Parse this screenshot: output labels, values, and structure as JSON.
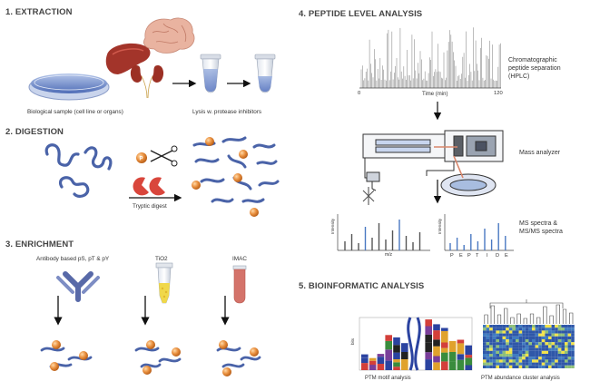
{
  "sections": {
    "extraction": {
      "title": "1. EXTRACTION",
      "sample_label": "Biological sample (cell line or organs)",
      "lysis_label": "Lysis w. protease inhibitors"
    },
    "digestion": {
      "title": "2. DIGESTION",
      "enzyme_label": "Tryptic digest",
      "phospho_symbol": "P"
    },
    "enrichment": {
      "title": "3. ENRICHMENT",
      "methods": [
        {
          "label": "Antibody based pS, pT & pY"
        },
        {
          "label": "TiO2"
        },
        {
          "label": "IMAC"
        }
      ]
    },
    "peptide": {
      "title": "4. PEPTIDE LEVEL ANALYSIS",
      "chrom_label_1": "Chromatographic",
      "chrom_label_2": "peptide separation",
      "chrom_label_3": "(HPLC)",
      "time_axis_label": "Time (min)",
      "time_start": "0",
      "time_end": "120",
      "mass_analyzer_label": "Mass analyzer",
      "ms_label_1": "MS spectra &",
      "ms_label_2": "MS/MS spectra",
      "intensity_label": "Intensity",
      "mz_label": "m/z",
      "sequence_letters": [
        "P",
        "E",
        "P",
        "T",
        "I",
        "D",
        "E"
      ]
    },
    "bioinformatic": {
      "title": "5. BIOINFORMATIC ANALYSIS",
      "motif_label": "PTM motif analysis",
      "cluster_label": "PTM abundance cluster analysis",
      "motif_y_label": "bits"
    }
  },
  "colors": {
    "peptide_blue": "#4a63a8",
    "phospho_orange": "#e2872f",
    "antibody_blue": "#5869a8",
    "tio2_yellow": "#f0d84a",
    "imac_red": "#d4736a",
    "dish_blue": "#6d86c8",
    "heatmap_blue": "#2f57a8",
    "heatmap_yellow": "#f2e34a"
  }
}
